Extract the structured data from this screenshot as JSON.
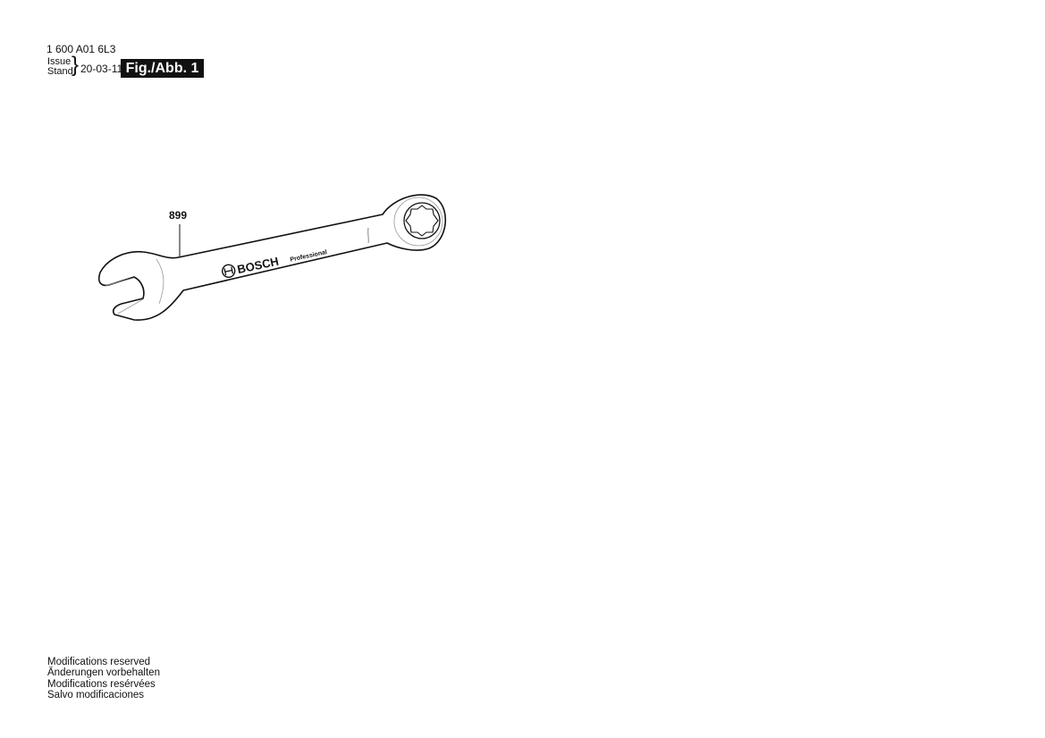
{
  "header": {
    "part_number": "1 600 A01 6L3",
    "issue_label": "Issue",
    "stand_label": "Stand",
    "date": "20-03-11",
    "figure_label": "Fig./Abb. 1"
  },
  "drawing": {
    "callouts": [
      {
        "label": "899"
      }
    ],
    "wrench_brand": "BOSCH",
    "wrench_line": "Professional"
  },
  "footer": {
    "notes": [
      "Modifications reserved",
      "Änderungen vorbehalten",
      "Modifications resérvées",
      "Salvo modificaciones"
    ]
  }
}
